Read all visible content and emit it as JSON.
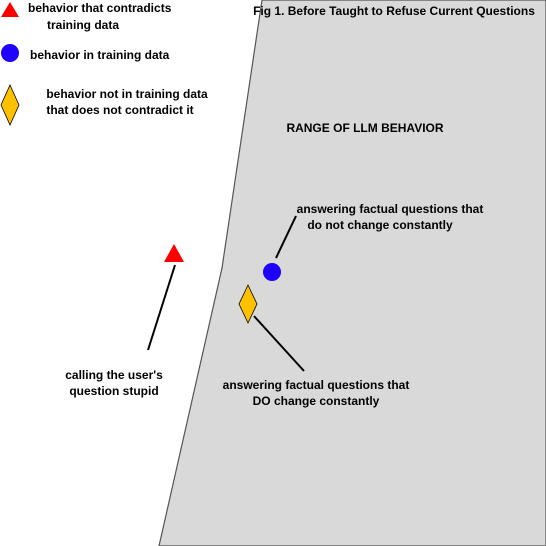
{
  "figure": {
    "title": "Fig 1. Before Taught to Refuse Current Questions",
    "region_label": "RANGE OF LLM BEHAVIOR",
    "region_fill": "#d9d9d9",
    "region_stroke": "#555555"
  },
  "legend": {
    "items": [
      {
        "marker": "triangle",
        "color": "#ff0000",
        "lines": [
          "behavior that contradicts",
          "training data"
        ]
      },
      {
        "marker": "circle",
        "color": "#1f00ff",
        "lines": [
          "behavior in training data"
        ]
      },
      {
        "marker": "diamond",
        "color": "#ffc000",
        "lines": [
          "behavior not in training data",
          "that does not contradict it"
        ]
      }
    ]
  },
  "annotations": [
    {
      "marker": "circle",
      "color": "#1f00ff",
      "lines": [
        "answering factual questions that",
        "do not change constantly"
      ]
    },
    {
      "marker": "diamond",
      "color": "#ffc000",
      "lines": [
        "answering factual questions that",
        "DO change constantly"
      ]
    },
    {
      "marker": "triangle",
      "color": "#ff0000",
      "lines": [
        "calling the user's",
        "question stupid"
      ]
    }
  ]
}
